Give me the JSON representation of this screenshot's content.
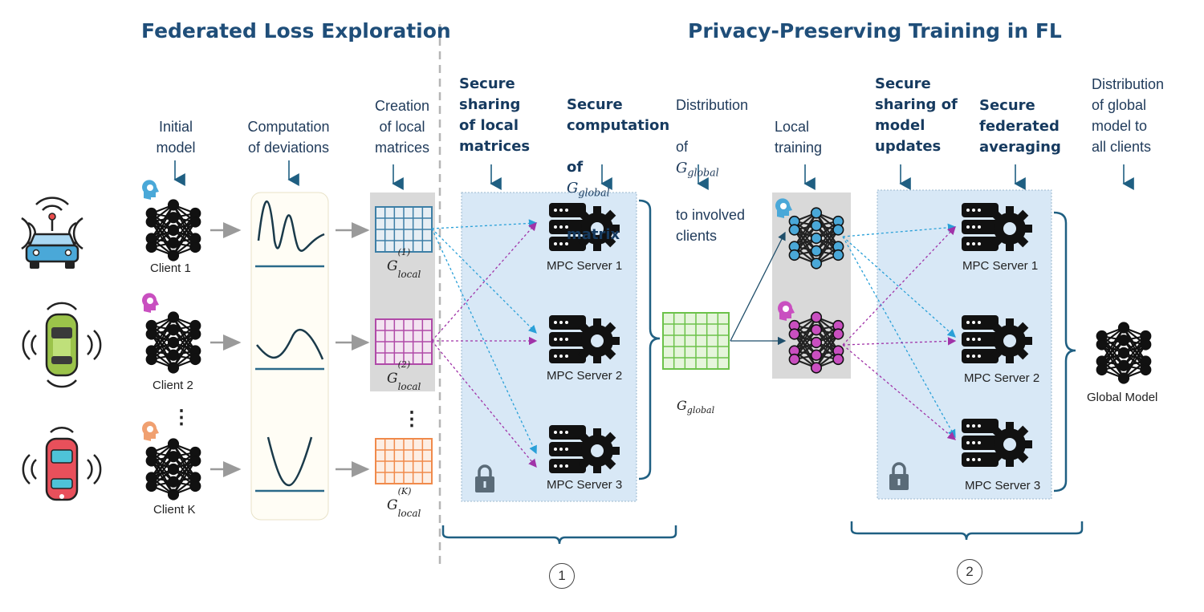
{
  "headings": {
    "left": "Federated Loss Exploration",
    "right": "Privacy-Preserving Training in FL"
  },
  "stage_labels": {
    "initial_model": "Initial\nmodel",
    "computation_deviations": "Computation\nof deviations",
    "creation_local": "Creation\nof local\nmatrices",
    "secure_sharing_local": "Secure\nsharing\nof local\nmatrices",
    "secure_computation": "Secure\ncomputation",
    "secure_computation_of": "of",
    "secure_computation_matrix": "matrix",
    "distribution_global_1": "Distribution",
    "distribution_global_of": "of",
    "distribution_global_2": "to  involved\nclients",
    "local_training": "Local\ntraining",
    "secure_sharing_updates": "Secure\nsharing of\nmodel\nupdates",
    "secure_fed_avg": "Secure\nfederated\naveraging",
    "distribution_global_model": "Distribution\nof global\nmodel to\nall clients"
  },
  "clients": [
    "Client 1",
    "Client 2",
    "Client K"
  ],
  "client_colors": [
    "#4aa8d8",
    "#c94fc0",
    "#f0a070"
  ],
  "matrix_colors": [
    "#3d7fa6",
    "#b04aa8",
    "#f08a4b"
  ],
  "global_matrix_color": "#6cc24a",
  "servers_1": [
    "MPC Server 1",
    "MPC Server 2",
    "MPC Server 3"
  ],
  "servers_2": [
    "MPC Server 1",
    "MPC Server 2",
    "MPC Server 3"
  ],
  "global_model_label": "Global Model",
  "math": {
    "G": "G",
    "local": "local",
    "global": "global",
    "sup1": "(1)",
    "sup2": "(2)",
    "supK": "(K)"
  },
  "ellipsis": "⋮",
  "steps": [
    "1",
    "2"
  ],
  "icons": [
    "car-antenna-icon",
    "car-top-view-icon",
    "lock-icon",
    "server-gear-icon",
    "neural-network-icon",
    "head-idea-icon"
  ]
}
